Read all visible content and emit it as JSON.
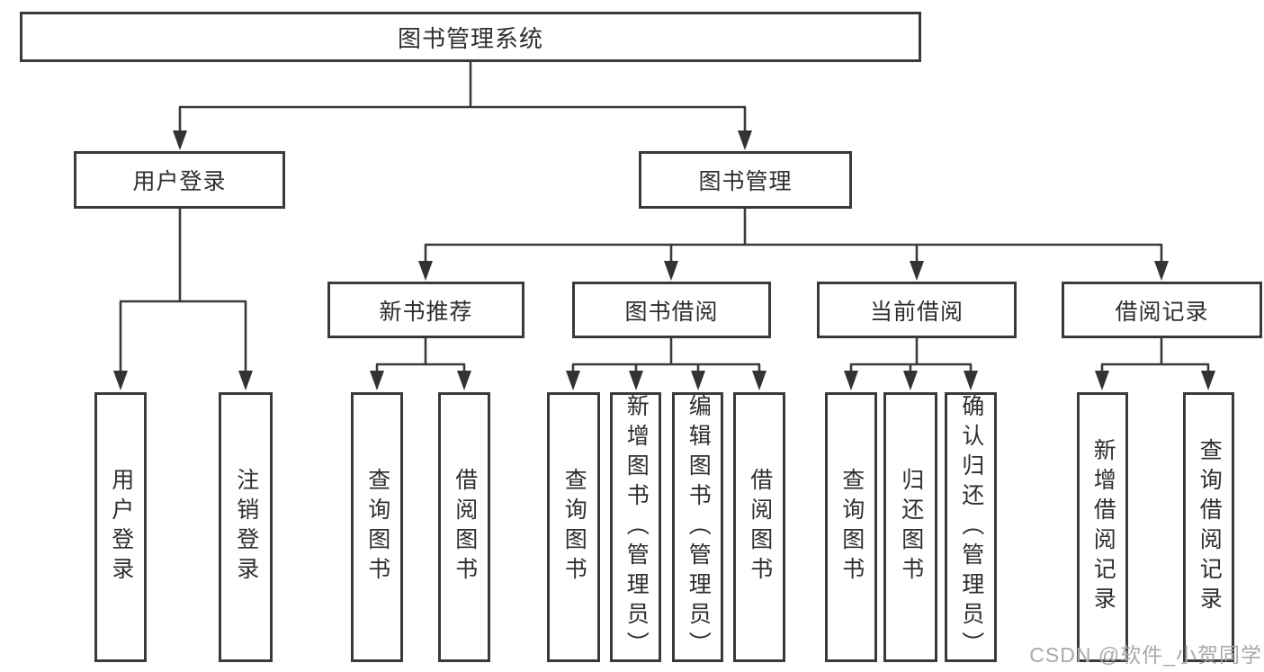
{
  "tree": {
    "label": "图书管理系统",
    "children": [
      {
        "label": "用户登录",
        "children": [
          {
            "label": "用户登录"
          },
          {
            "label": "注销登录"
          }
        ]
      },
      {
        "label": "图书管理",
        "children": [
          {
            "label": "新书推荐",
            "children": [
              {
                "label": "查询图书"
              },
              {
                "label": "借阅图书"
              }
            ]
          },
          {
            "label": "图书借阅",
            "children": [
              {
                "label": "查询图书"
              },
              {
                "label": "新增图书（管理员）"
              },
              {
                "label": "编辑图书（管理员）"
              },
              {
                "label": "借阅图书"
              }
            ]
          },
          {
            "label": "当前借阅",
            "children": [
              {
                "label": "查询图书"
              },
              {
                "label": "归还图书"
              },
              {
                "label": "确认归还（管理员）"
              }
            ]
          },
          {
            "label": "借阅记录",
            "children": [
              {
                "label": "新增借阅记录"
              },
              {
                "label": "查询借阅记录"
              }
            ]
          }
        ]
      }
    ]
  },
  "watermark": {
    "text": "CSDN @软件_小贺同学"
  },
  "colors": {
    "line": "#3a3a3a",
    "text": "#2e2e2e",
    "box_background": "#ffffff",
    "watermark": "#a9a9a9",
    "background": "#ffffff"
  }
}
